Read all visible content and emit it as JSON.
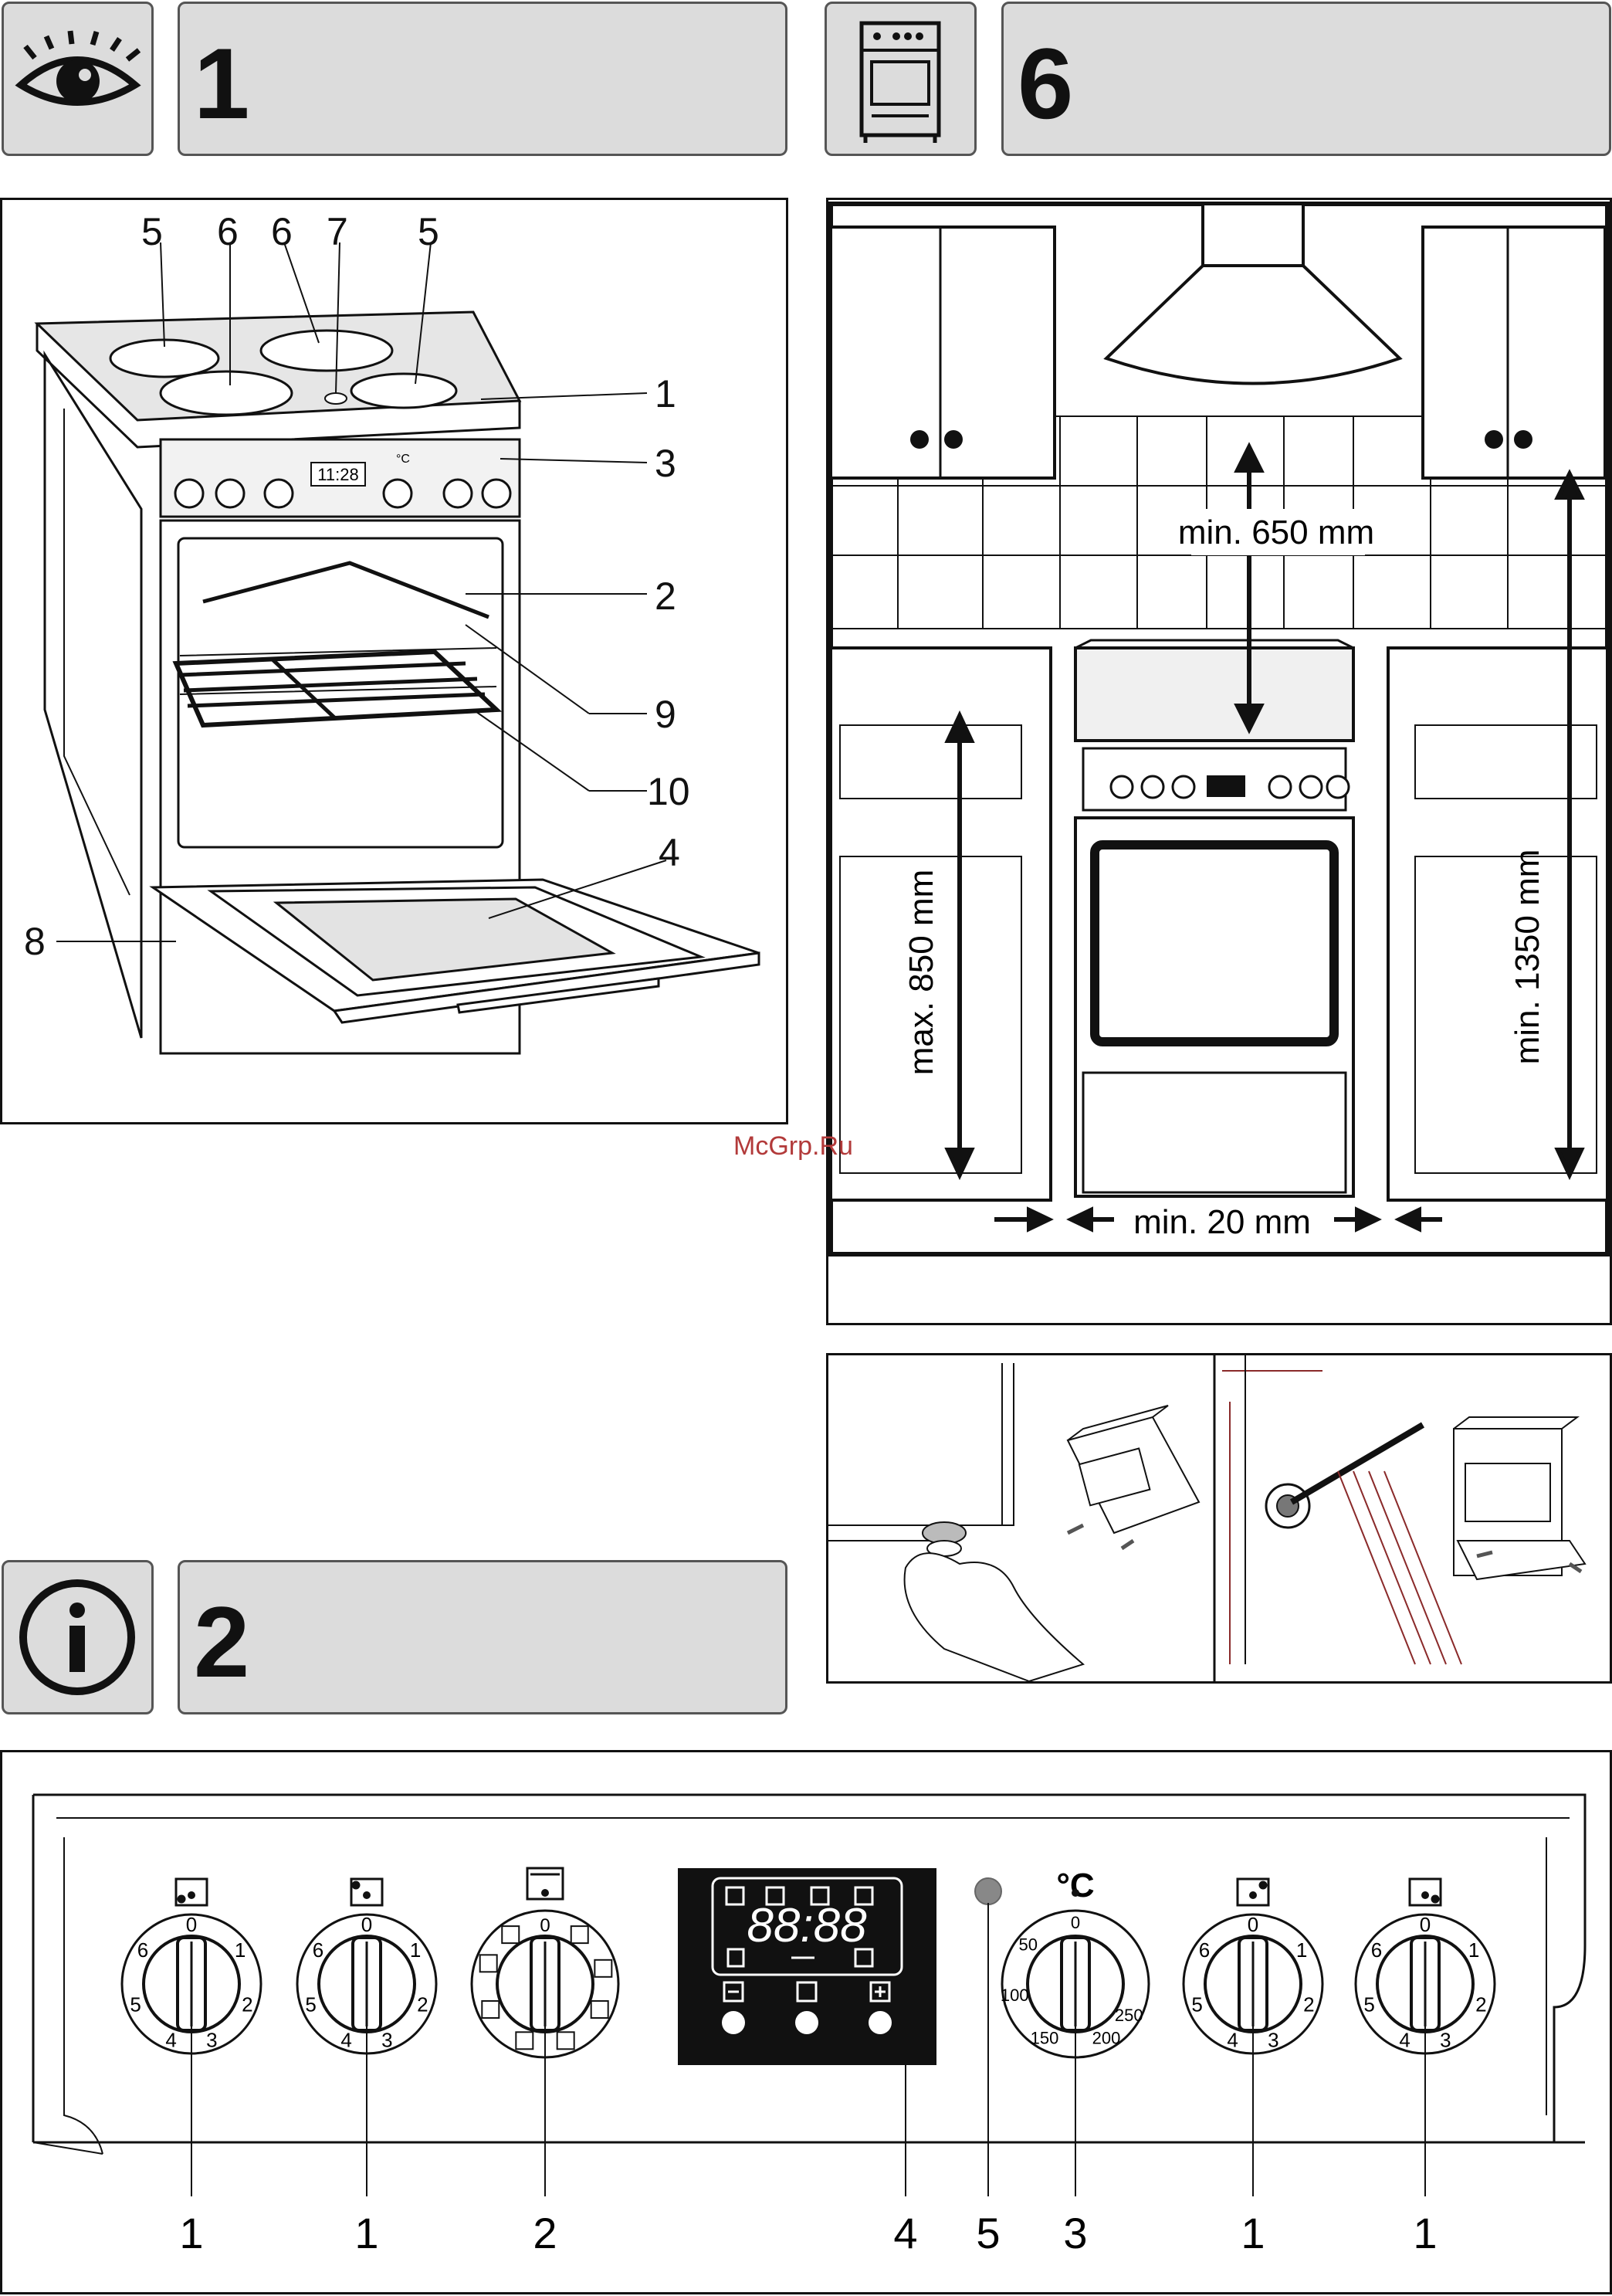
{
  "sections": {
    "overview": {
      "number": "1"
    },
    "installation": {
      "number": "6"
    },
    "info": {
      "number": "2"
    }
  },
  "watermark": "McGrp.Ru",
  "overview_labels": [
    "5",
    "6",
    "6",
    "7",
    "5",
    "1",
    "3",
    "2",
    "9",
    "10",
    "4",
    "8"
  ],
  "overview_display_time": "11:28",
  "overview_temp_unit": "°C",
  "installation_labels": {
    "hood_clearance": "min. 650 mm",
    "max_height": "max. 850 mm",
    "cabinet_clearance": "min. 1350 mm",
    "side_gap": "min. 20 mm"
  },
  "panel": {
    "temp_symbol": "°C",
    "display_digits": "88:88",
    "knob_scale_hotplate": [
      "0",
      "1",
      "2",
      "3",
      "4",
      "5",
      "6"
    ],
    "knob_scale_temp": [
      "0",
      "50",
      "100",
      "150",
      "200",
      "250"
    ],
    "callouts": [
      "1",
      "1",
      "2",
      "4",
      "5",
      "3",
      "1",
      "1"
    ]
  },
  "icons": [
    "eye-icon",
    "cooker-icon",
    "info-icon"
  ]
}
